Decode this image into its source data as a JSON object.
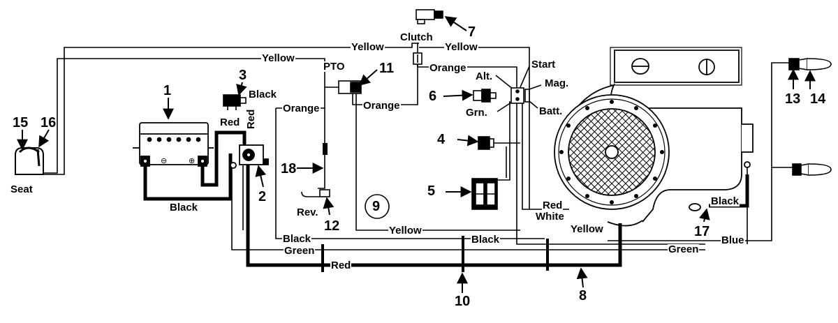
{
  "wire_labels": {
    "yellow_top_left": "Yellow",
    "yellow_top_mid": "Yellow",
    "yellow_top_right": "Yellow",
    "clutch": "Clutch",
    "pto": "PTO",
    "orange_top": "Orange",
    "orange_left": "Orange",
    "orange_mid": "Orange",
    "black_3": "Black",
    "red_horizontal": "Red",
    "red_vertical": "Red",
    "black_battery": "Black",
    "start": "Start",
    "alt": "Alt.",
    "mag": "Mag.",
    "grn": "Grn.",
    "batt": "Batt.",
    "seat": "Seat",
    "rev": "Rev.",
    "black_lower_left": "Black",
    "green_lower": "Green",
    "red_bottom": "Red",
    "yellow_lower": "Yellow",
    "black_lower_mid": "Black",
    "yellow_lower_right": "Yellow",
    "red_engine": "Red",
    "white_engine": "White",
    "black_engine": "Black",
    "green_bottom_right": "Green",
    "blue": "Blue"
  },
  "callouts": {
    "n1": "1",
    "n2": "2",
    "n3": "3",
    "n4": "4",
    "n5": "5",
    "n6": "6",
    "n7": "7",
    "n8": "8",
    "n9": "9",
    "n10": "10",
    "n11": "11",
    "n12": "12",
    "n13": "13",
    "n14": "14",
    "n15": "15",
    "n16": "16",
    "n17": "17",
    "n18": "18"
  }
}
